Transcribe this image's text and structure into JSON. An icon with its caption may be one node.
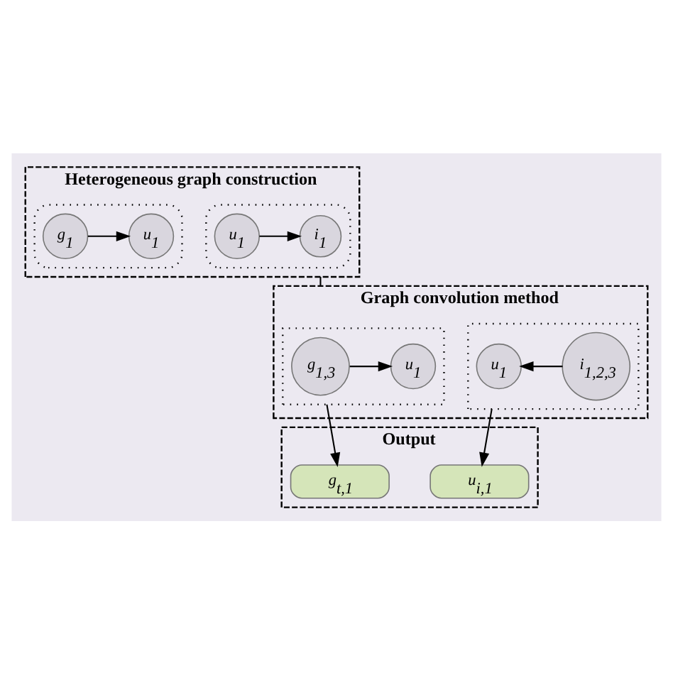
{
  "diagram": {
    "nodes": [
      {
        "text": [
          "Heterogeneous graph construction"
        ]
      },
      {
        "text": [],
        "shape": "ellipse",
        "in": 0
      },
      {
        "text": [
          "u$_{1}$"
        ],
        "in": 1
      },
      {
        "text": [
          "i$_{1}$"
        ],
        "in": 1
      },
      {
        "text": [],
        "shape": "ellipse",
        "in": 0
      },
      {
        "text": [
          "g$_{1}$"
        ],
        "in": 4
      },
      {
        "text": [
          "u$_{1}$"
        ],
        "in": 4
      },
      {
        "text": [
          "Graph convolution method"
        ]
      },
      {
        "text": [],
        "shape": "box",
        "in": 7
      },
      {
        "text": [
          "u$_{1}$"
        ],
        "in": 8
      },
      {
        "text": [
          "i$_{1,2,3}$"
        ],
        "in": 8
      },
      {
        "text": [],
        "shape": "box",
        "in": 7
      },
      {
        "text": [
          "g$_{1,3}$"
        ],
        "in": 11
      },
      {
        "text": [
          "u$_{1}$"
        ],
        "in": 11
      },
      {
        "text": [
          "Output"
        ]
      },
      {
        "text": [
          "u$_{i,1}$"
        ],
        "in": 14
      },
      {
        "text": [
          "g$_{t,1}$"
        ],
        "in": 14
      }
    ],
    "edges": [
      {
        "from": 2,
        "to": 3,
        "arrow": "to"
      },
      {
        "from": 5,
        "to": 6,
        "arrow": "to"
      },
      {
        "from": 10,
        "to": 9,
        "arrow": "to"
      },
      {
        "from": 12,
        "to": 13,
        "arrow": "to"
      },
      {
        "from": 0,
        "to": 7,
        "arrow": "none"
      },
      {
        "from": 8,
        "to": 15,
        "arrow": "to"
      },
      {
        "from": 11,
        "to": 16,
        "arrow": "to"
      }
    ]
  }
}
